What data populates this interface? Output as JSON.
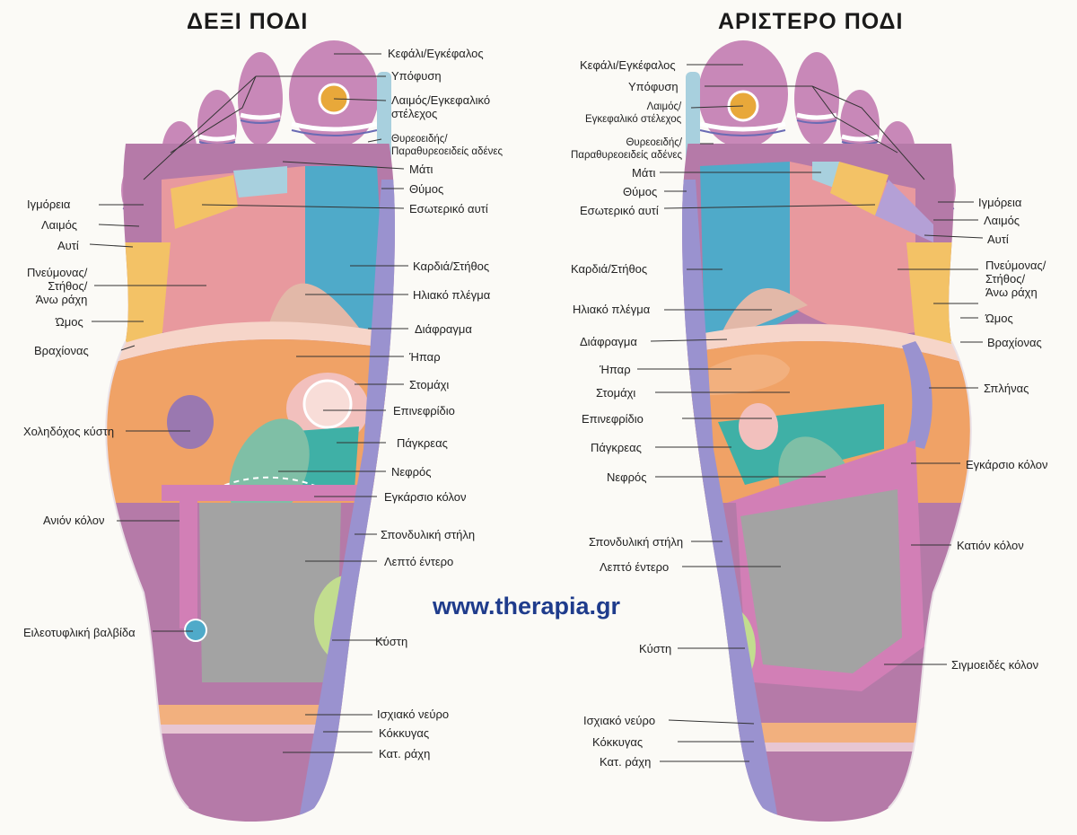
{
  "titles": {
    "right_foot": "ΔΕΞΙ ΠΟΔΙ",
    "left_foot": "ΑΡΙΣΤΕΡΟ ΠΟΔΙ"
  },
  "website": "www.therapia.gr",
  "colors": {
    "background": "#fbfaf6",
    "toes": "#c888b8",
    "toe_stripe": "#ffffff",
    "heel": "#b57aa8",
    "heart_chest": "#e8999e",
    "lung_shoulder": "#f3c266",
    "liver_area": "#f0a266",
    "kidney": "#7fbfa6",
    "pancreas": "#3fb0a6",
    "small_intestine": "#a3a3a3",
    "colon": "#d27fb6",
    "spine": "#9a92cf",
    "bladder": "#c2dd8f",
    "sciatic": "#f2b07e",
    "diaphragm": "#f6d5c9",
    "stomach": "#f2c0bd",
    "thyroid": "#a8d0de",
    "pituitary": "#e8a83a",
    "leader_lines": "#333333",
    "website_text": "#1f3c8c"
  },
  "right_foot": {
    "labels_left": [
      "Ιγμόρεια",
      "Λαιμός",
      "Αυτί",
      "Πνεύμονας/\nΣτήθος/\nΆνω ράχη",
      "Ώμος",
      "Βραχίονας",
      "Χοληδόχος κύστη",
      "Ανιόν κόλον",
      "Ειλεοτυφλική βαλβίδα"
    ],
    "labels_right": [
      "Κεφάλι/Εγκέφαλος",
      "Υπόφυση",
      "Λαιμός/Εγκεφαλικό\nστέλεχος",
      "Θυρεοειδής/\nΠαραθυρεοειδείς αδένες",
      "Μάτι",
      "Θύμος",
      "Εσωτερικό αυτί",
      "Καρδιά/Στήθος",
      "Ηλιακό πλέγμα",
      "Διάφραγμα",
      "Ήπαρ",
      "Στομάχι",
      "Επινεφρίδιο",
      "Πάγκρεας",
      "Νεφρός",
      "Εγκάρσιο κόλον",
      "Σπονδυλική στήλη",
      "Λεπτό έντερο",
      "Κύστη",
      "Ισχιακό νεύρο",
      "Κόκκυγας",
      "Κατ. ράχη"
    ]
  },
  "left_foot": {
    "labels_left": [
      "Κεφάλι/Εγκέφαλος",
      "Υπόφυση",
      "Λαιμός/\nΕγκεφαλικό στέλεχος",
      "Θυρεοειδής/\nΠαραθυρεοειδείς αδένες",
      "Μάτι",
      "Θύμος",
      "Εσωτερικό αυτί",
      "Καρδιά/Στήθος",
      "Ηλιακό πλέγμα",
      "Διάφραγμα",
      "Ήπαρ",
      "Στομάχι",
      "Επινεφρίδιο",
      "Πάγκρεας",
      "Νεφρός",
      "Σπονδυλική στήλη",
      "Λεπτό έντερο",
      "Κύστη",
      "Ισχιακό νεύρο",
      "Κόκκυγας",
      "Κατ. ράχη"
    ],
    "labels_right": [
      "Ιγμόρεια",
      "Λαιμός",
      "Αυτί",
      "Πνεύμονας/\nΣτήθος/\nΆνω ράχη",
      "Ώμος",
      "Βραχίονας",
      "Σπλήνας",
      "Εγκάρσιο κόλον",
      "Κατιόν κόλον",
      "Σιγμοειδές κόλον"
    ]
  }
}
